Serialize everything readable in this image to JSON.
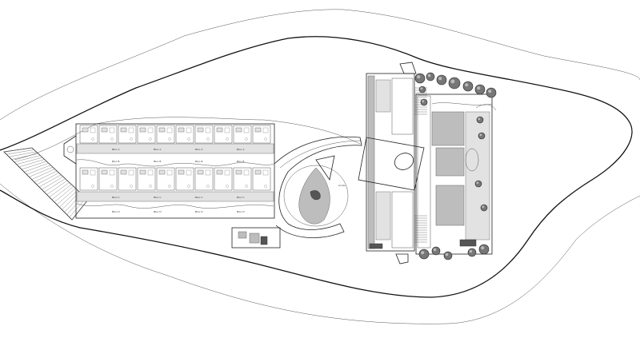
{
  "drawing": {
    "kind": "architectural site plan",
    "colors": {
      "background": "#ffffff",
      "line": "#222222",
      "fill_gray": "#bdbdbd",
      "fill_light": "#e2e2e2",
      "fill_dark": "#555555"
    },
    "labels": {
      "room_labels": [
        "Bloc A",
        "Bloc A",
        "Bloc A",
        "Bloc A",
        "Bloc B",
        "Bloc B",
        "Bloc B",
        "Bloc B",
        "Bloc C",
        "Bloc C",
        "Bloc C",
        "Bloc C",
        "Bloc D",
        "Bloc D",
        "Bloc D",
        "Bloc D"
      ],
      "path_label": "Accès"
    }
  }
}
